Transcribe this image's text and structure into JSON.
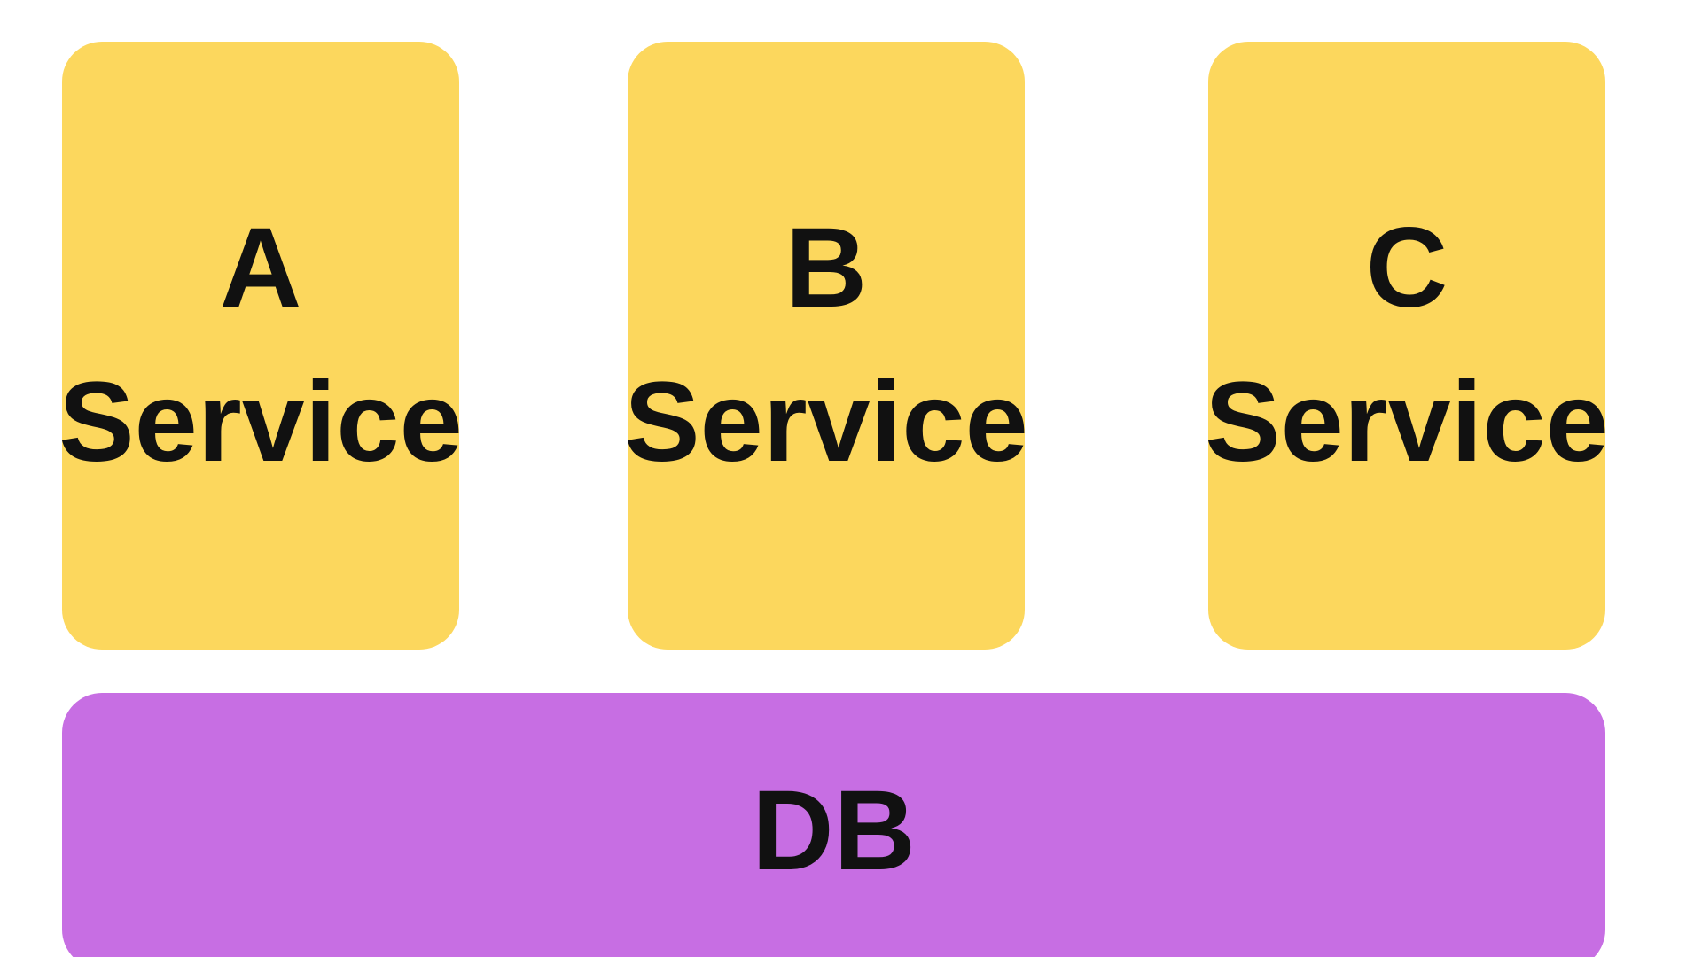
{
  "diagram": {
    "nodes": [
      {
        "line1": "A",
        "line2": "Service"
      },
      {
        "line1": "B",
        "line2": "Service"
      },
      {
        "line1": "C",
        "line2": "Service"
      }
    ],
    "db": {
      "label": "DB"
    },
    "colors": {
      "service_fill": "#FCD75D",
      "db_fill": "#C76EE3",
      "text": "#111111",
      "background": "#FFFFFF"
    }
  }
}
